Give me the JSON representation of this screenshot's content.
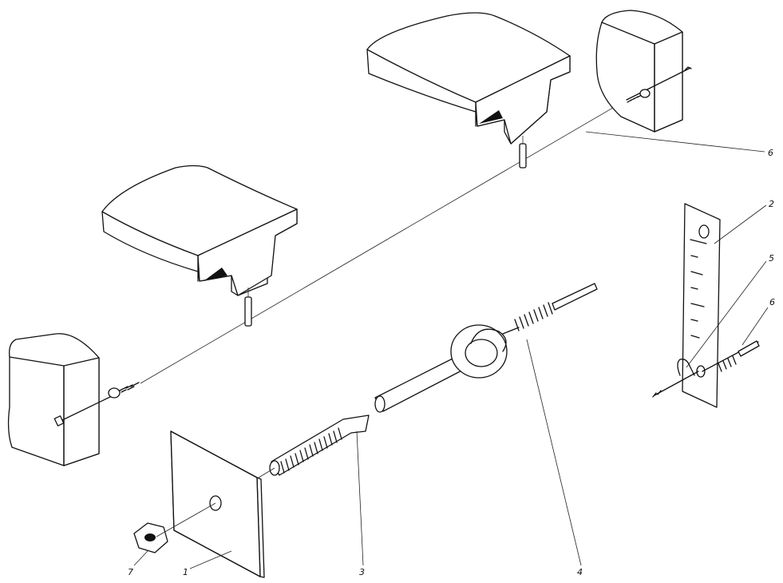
{
  "callouts": {
    "plate": "1",
    "bracket": "2",
    "threaded_anchor": "3",
    "turnbuckle_eye_bolt": "4",
    "hook": "5",
    "wire": "6",
    "wire_detail": "6",
    "nut": "7"
  },
  "colors": {
    "ink": "#111111",
    "paper": "#ffffff"
  }
}
